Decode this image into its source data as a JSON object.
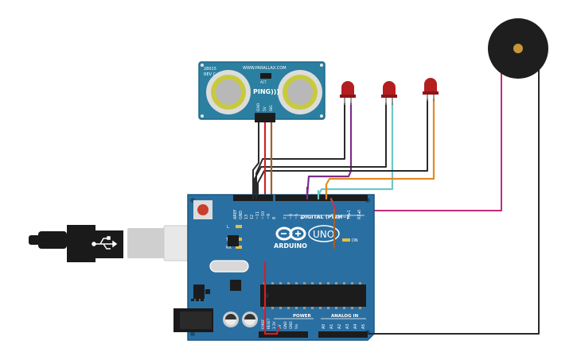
{
  "sensor": {
    "model": "28015",
    "rev": "REV C",
    "url": "WWW.PARALLAX.COM",
    "act": "ACT",
    "name": "PING)))",
    "pins": [
      "GND",
      "5V",
      "SIG"
    ]
  },
  "board": {
    "name": "ARDUINO",
    "model": "UNO",
    "digital_label": "DIGITAL (PWM~)",
    "on_label": "ON",
    "power_label": "POWER",
    "analog_label": "ANALOG IN",
    "l_label": "L",
    "tx_label": "TX",
    "rx_label": "RX",
    "top_pins": [
      "AREF",
      "GND",
      "13",
      "12",
      "~11",
      "~10",
      "~9",
      "8",
      "7",
      "~6",
      "~5",
      "4",
      "~3",
      "2",
      "TX▸1",
      "RX◂0"
    ],
    "power_pins": [
      "IOREF",
      "RESET",
      "3.3V",
      "5V",
      "GND",
      "GND",
      "Vin"
    ],
    "analog_pins": [
      "A0",
      "A1",
      "A2",
      "A3",
      "A4",
      "A5"
    ]
  },
  "colors": {
    "board": "#2a6fa1",
    "board_edge": "#1d5680",
    "sensor": "#2b7fa0",
    "led": "#b51e1e",
    "wire_black": "#2a2a2a",
    "wire_red": "#d0212a",
    "wire_brown": "#a0602a",
    "wire_purple": "#7a2d8c",
    "wire_cyan": "#6cc6c9",
    "wire_orange": "#e58a1f",
    "wire_magenta": "#c02c7a",
    "buzzer": "#1e1e1e",
    "buzzer_center": "#c8963a"
  },
  "icons": {
    "usb": "usb-cable-icon",
    "buzzer": "piezo-buzzer-icon",
    "led": "red-led-icon"
  }
}
